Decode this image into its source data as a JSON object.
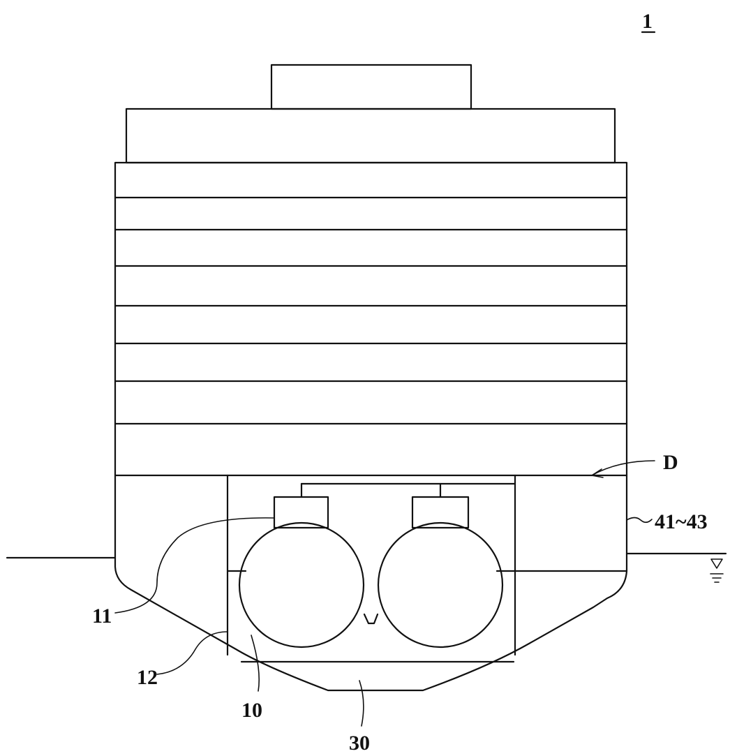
{
  "figure": {
    "number": "1",
    "labels": {
      "d": "D",
      "hull": "41~43",
      "part11": "11",
      "part12": "12",
      "part10": "10",
      "part30": "30"
    }
  }
}
